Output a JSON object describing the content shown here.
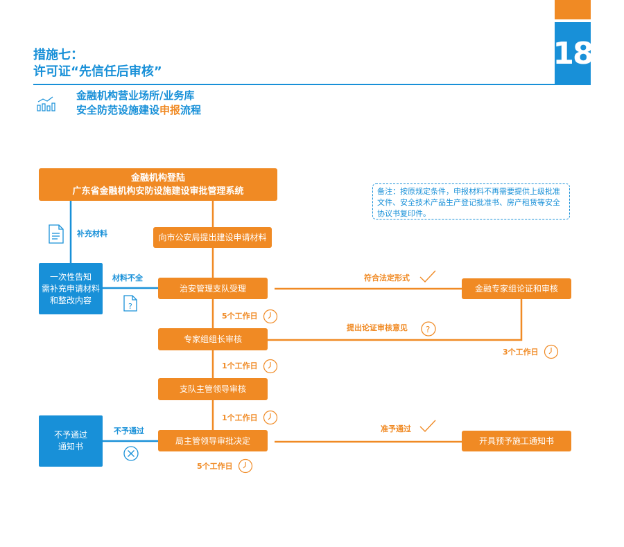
{
  "header": {
    "title_line1": "措施七：",
    "title_line2": "许可证“先信任后审核”",
    "page_number": "18"
  },
  "subtitle": {
    "line1": "金融机构营业场所/业务库",
    "line2_part1": "安全防范设施建设",
    "line2_highlight": "申报",
    "line2_part2": "流程"
  },
  "flow": {
    "top_box_line1": "金融机构登陆",
    "top_box_line2": "广东省金融机构安防设施建设审批管理系统",
    "step1": "向市公安局提出建设申请材料",
    "step2": "治安管理支队受理",
    "step3": "专家组组长审核",
    "step4": "支队主管领导审核",
    "step5": "局主管领导审批决定",
    "expert_box": "金融专家组论证和审核",
    "permit_box": "开具预予施工通知书",
    "notify_line1": "一次性告知",
    "notify_line2": "需补充申请材料",
    "notify_line3": "和整改内容",
    "reject_line1": "不予通过",
    "reject_line2": "通知书",
    "note": "备注：按原规定条件，申报材料不再需要提供上级批准文件、安全技术产品生产登记批准书、房产租赁等安全协议书复印件。"
  },
  "labels": {
    "supplement": "补充材料",
    "incomplete": "材料不全",
    "legal_form": "符合法定形式",
    "opinion": "提出论证审核意见",
    "days5_a": "5个工作日",
    "days1_a": "1个工作日",
    "days1_b": "1个工作日",
    "days5_b": "5个工作日",
    "days3": "3个工作日",
    "reject": "不予通过",
    "approve": "准予通过"
  },
  "colors": {
    "blue": "#1890d8",
    "orange": "#f08a24"
  },
  "icons": [
    "chart-icon",
    "document-icon",
    "question-document-icon",
    "check-icon",
    "clock-icon",
    "question-icon",
    "close-icon"
  ]
}
